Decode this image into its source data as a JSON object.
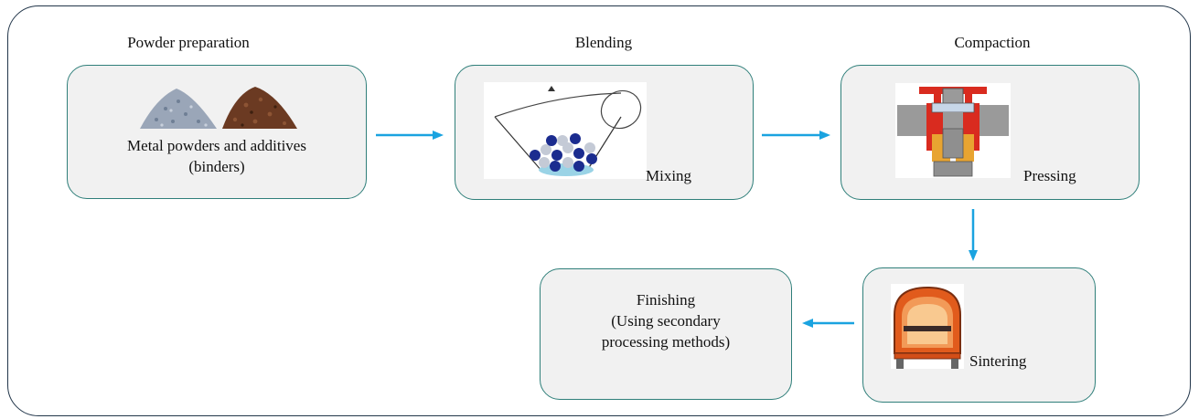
{
  "stages": {
    "powder_prep": {
      "title": "Powder preparation",
      "line1": "Metal powders and additives",
      "line2": "(binders)"
    },
    "blending": {
      "title": "Blending",
      "label": "Mixing"
    },
    "compaction": {
      "title": "Compaction",
      "label": "Pressing"
    },
    "sintering": {
      "label": "Sintering"
    },
    "finishing": {
      "line1": "Finishing",
      "line2": "(Using secondary",
      "line3": "processing methods)"
    }
  },
  "colors": {
    "frame_border": "#22364a",
    "box_border": "#2f7f7a",
    "box_fill": "#f1f1f1",
    "arrow": "#1aa3e0",
    "press_die": "#d92b1f",
    "press_body": "#9a9a9a",
    "press_punch": "#e8a431",
    "furnace_fill": "#e8601f"
  },
  "icons": {
    "powder": "powder-piles-icon",
    "mixer": "ball-mixer-icon",
    "press": "die-press-icon",
    "furnace": "furnace-icon"
  }
}
